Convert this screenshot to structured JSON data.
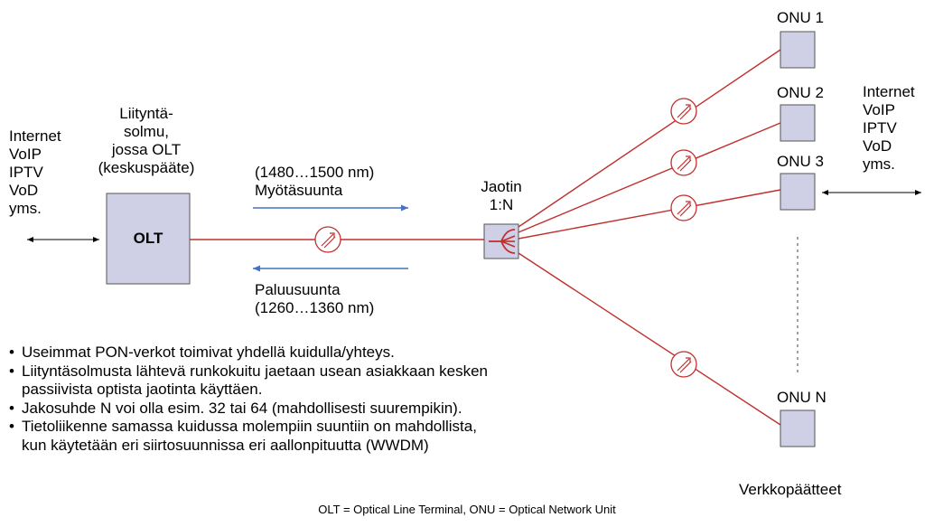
{
  "left_services": "Internet\nVoIP\nIPTV\nVoD\nyms.",
  "right_services": "Internet\nVoIP\nIPTV\nVoD\nyms.",
  "olt_caption": "Liityntä-\nsolmu,\njossa OLT\n(keskuspääte)",
  "olt_label": "OLT",
  "downstream": {
    "range": "(1480…1500 nm)",
    "label": "Myötäsuunta"
  },
  "upstream": {
    "label": "Paluusuunta",
    "range": "(1260…1360 nm)"
  },
  "splitter": {
    "title": "Jaotin",
    "ratio": "1:N"
  },
  "onus": [
    {
      "label": "ONU 1"
    },
    {
      "label": "ONU 2"
    },
    {
      "label": "ONU 3"
    },
    {
      "label": "ONU N"
    }
  ],
  "terminals_label": "Verkkopäätteet",
  "bullets": [
    "Useimmat PON-verkot toimivat yhdellä kuidulla/yhteys.",
    "Liityntäsolmusta lähtevä runkokuitu jaetaan usean asiakkaan kesken\npassiivista optista jaotinta käyttäen.",
    "Jakosuhde N voi olla esim. 32 tai 64 (mahdollisesti suurempikin).",
    "Tietoliikenne samassa kuidussa molempiin suuntiin on mahdollista,\nkun käytetään eri siirtosuunnissa eri aallonpituutta (WWDM)"
  ],
  "footnote": "OLT = Optical Line Terminal, ONU = Optical Network Unit",
  "colors": {
    "fiber": "#c0302e",
    "box_fill": "#cfd0e6",
    "arrow_blue": "#4472c4"
  }
}
